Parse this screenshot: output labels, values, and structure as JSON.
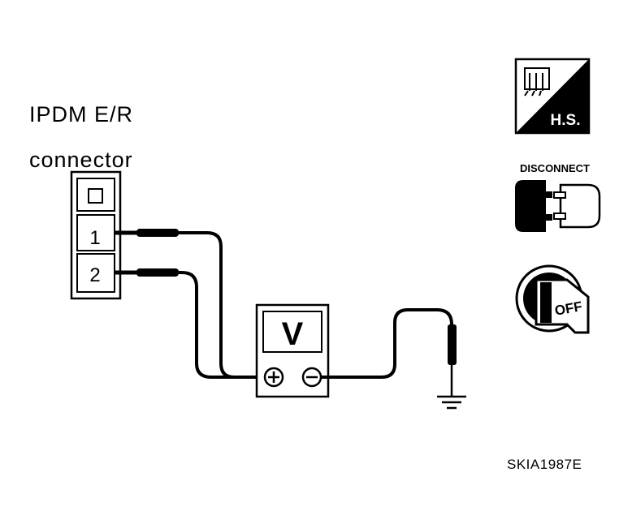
{
  "connector": {
    "name_line1": "IPDM E/R",
    "name_line2": "connector",
    "terminals": [
      "1",
      "2"
    ]
  },
  "meter": {
    "mode_label": "V"
  },
  "icons": {
    "harness_side": {
      "name": "harness-side-icon",
      "label": "H.S."
    },
    "disconnect": {
      "name": "disconnect-icon",
      "label": "DISCONNECT"
    },
    "ignition_off": {
      "name": "ignition-key-off-icon",
      "label": "OFF"
    }
  },
  "figure_id": "SKIA1987E"
}
